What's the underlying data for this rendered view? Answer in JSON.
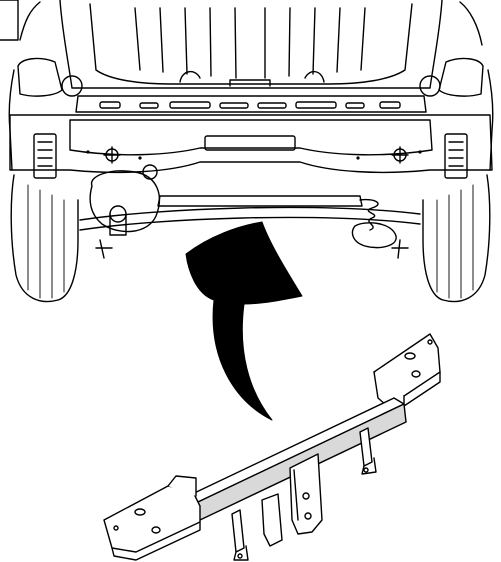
{
  "figure": {
    "caption": "",
    "stroke_color": "#000000",
    "fill_color": "#ffffff",
    "shade_color": "#d9d9d9",
    "arrow_color": "#000000"
  },
  "parts": {
    "vehicle": "vehicle-rear-view",
    "towbar": "towbar-assembly",
    "arrow": "install-direction-arrow"
  }
}
